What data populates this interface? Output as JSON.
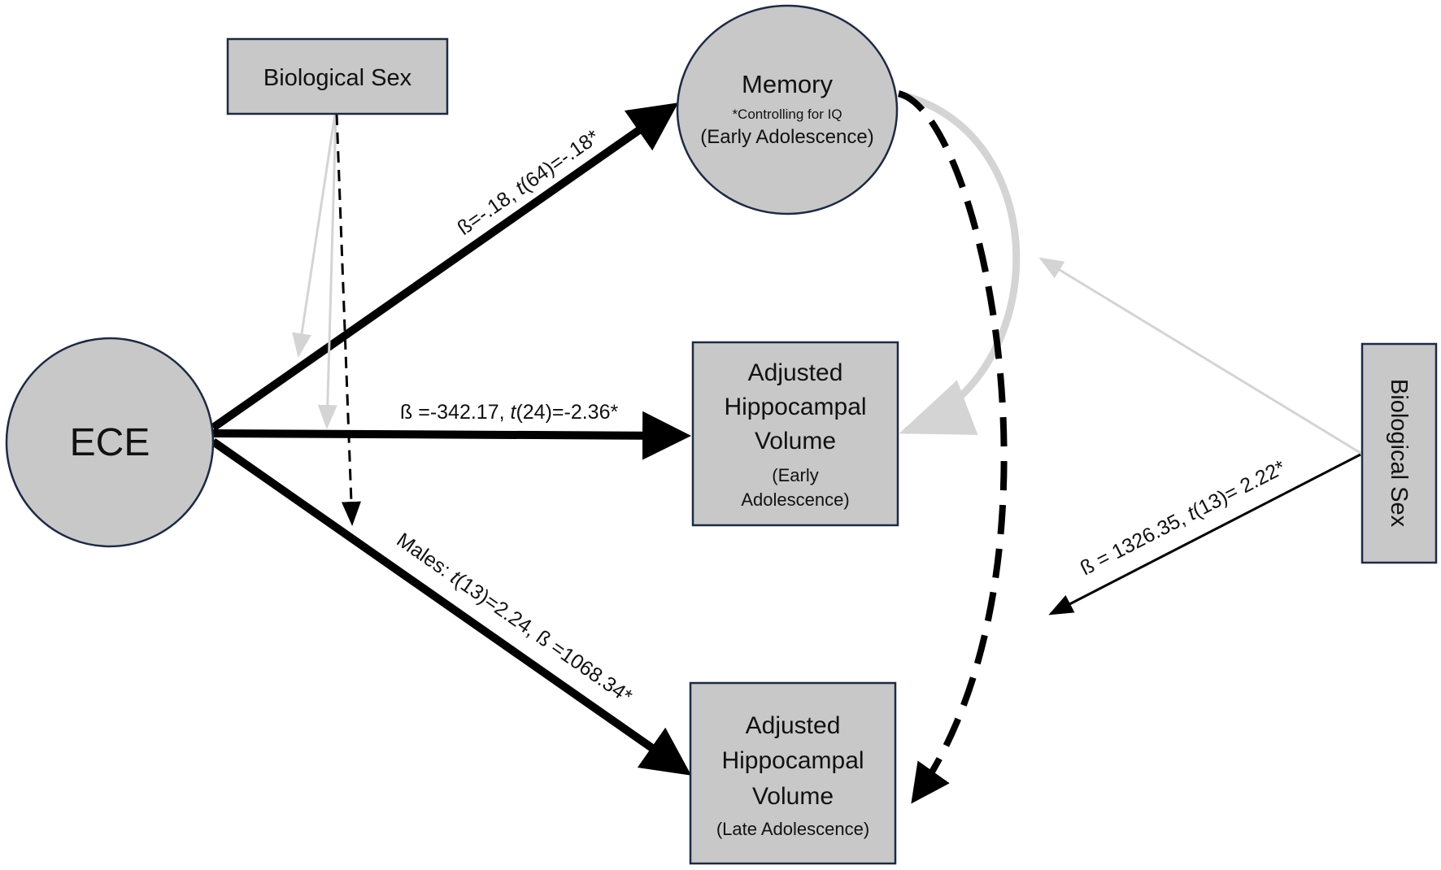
{
  "nodes": {
    "ece": {
      "label": "ECE"
    },
    "memory": {
      "title": "Memory",
      "note": "*Controlling for IQ",
      "period": "(Early Adolescence)"
    },
    "hippocampus_early": {
      "line1": "Adjusted",
      "line2": "Hippocampal",
      "line3": "Volume",
      "period1": "(Early",
      "period2": "Adolescence)"
    },
    "hippocampus_late": {
      "line1": "Adjusted",
      "line2": "Hippocampal",
      "line3": "Volume",
      "period": "(Late Adolescence)"
    },
    "sex_top": {
      "label": "Biological Sex"
    },
    "sex_right": {
      "label": "Biological Sex"
    }
  },
  "paths": {
    "ece_memory": {
      "pre": "ß=-.18, ",
      "stat": "t",
      "post": "(64)=-.18*"
    },
    "ece_hippo_early": {
      "pre": "ß =-342.17, ",
      "stat": "t",
      "post": "(24)=-2.36*"
    },
    "ece_hippo_late": {
      "pre": "Males: ",
      "stat": "t",
      "post": "(13)=2.24, ß =1068.34*"
    },
    "sex_right_path": {
      "pre": "ß = 1326.35, ",
      "stat": "t",
      "post": "(13)= 2.22*"
    }
  },
  "colors": {
    "node_fill": "#c8c8c8",
    "node_border": "#1e2a44",
    "strong_path": "#000000",
    "weak_path": "#d4d4d4"
  }
}
